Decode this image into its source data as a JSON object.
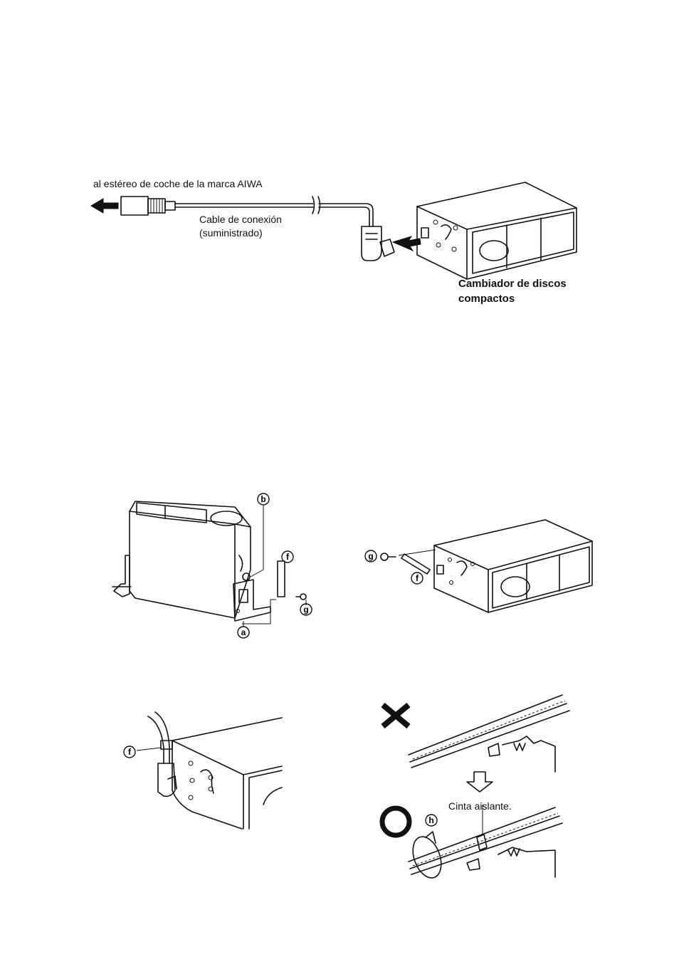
{
  "connection": {
    "to_stereo_label": "al estéreo de coche de la marca AIWA",
    "cable_label_line1": "Cable de conexión",
    "cable_label_line2": "(suministrado)",
    "changer_label_line1": "Cambiador de discos",
    "changer_label_line2": "compactos"
  },
  "callouts": {
    "a": "a",
    "b": "b",
    "f": "f",
    "g": "g",
    "h": "h"
  },
  "wiring": {
    "tape_label": "Cinta aislante.",
    "wrong_icon": "cross-icon",
    "right_icon": "circle-icon"
  }
}
